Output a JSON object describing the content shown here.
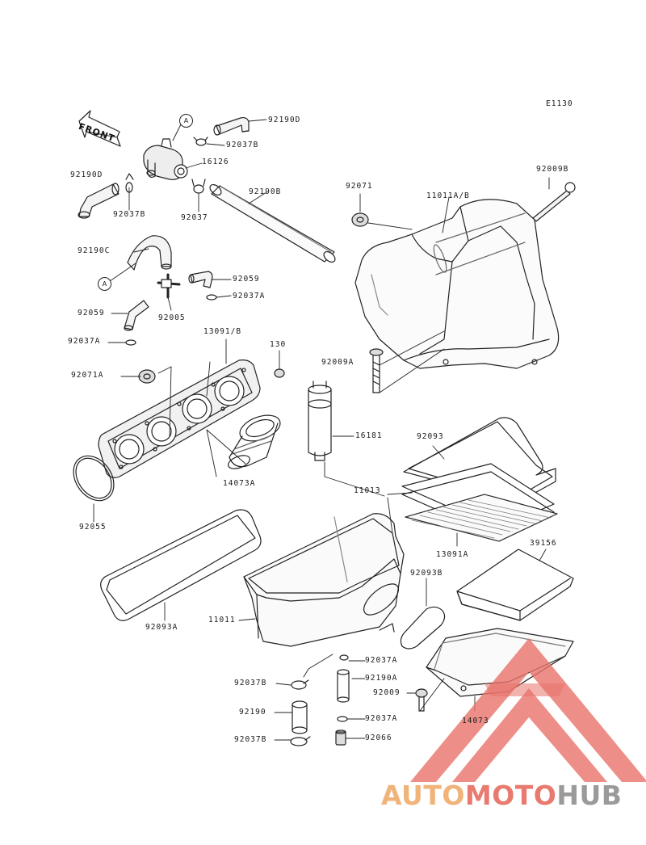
{
  "diagram": {
    "code": "E1130",
    "front_label": "FRONT",
    "ref_marker": "A",
    "parts": {
      "p92190D_a": "92190D",
      "p92037B_a": "92037B",
      "p16126": "16126",
      "p92190D_b": "92190D",
      "p92037B_b": "92037B",
      "p92037": "92037",
      "p92190B": "92190B",
      "p92071_a": "92071",
      "p11011AB": "11011A/B",
      "p92009B": "92009B",
      "p92190C": "92190C",
      "p92059_a": "92059",
      "p92037A_a": "92037A",
      "p92005": "92005",
      "p92059_b": "92059",
      "p92037A_b": "92037A",
      "p13091B": "13091/B",
      "p130": "130",
      "p92009A": "92009A",
      "p92071A": "92071A",
      "p16181": "16181",
      "p92093": "92093",
      "p14073A": "14073A",
      "p92055": "92055",
      "p11013": "11013",
      "p13091A": "13091A",
      "p39156": "39156",
      "p92093B": "92093B",
      "p11011": "11011",
      "p92093A": "92093A",
      "p92037A_c": "92037A",
      "p92037B_c": "92037B",
      "p92190A": "92190A",
      "p92009": "92009",
      "p92190": "92190",
      "p92037A_d": "92037A",
      "p14073": "14073",
      "p92037B_d": "92037B",
      "p92066": "92066"
    }
  },
  "watermark": {
    "auto": "AUTO",
    "moto": "MOTO",
    "hub": "HUB"
  },
  "colors": {
    "line": "#222222",
    "watermark_red": "#e8736a",
    "watermark_orange": "#f2b27a",
    "watermark_gray": "#9a9a9a"
  }
}
